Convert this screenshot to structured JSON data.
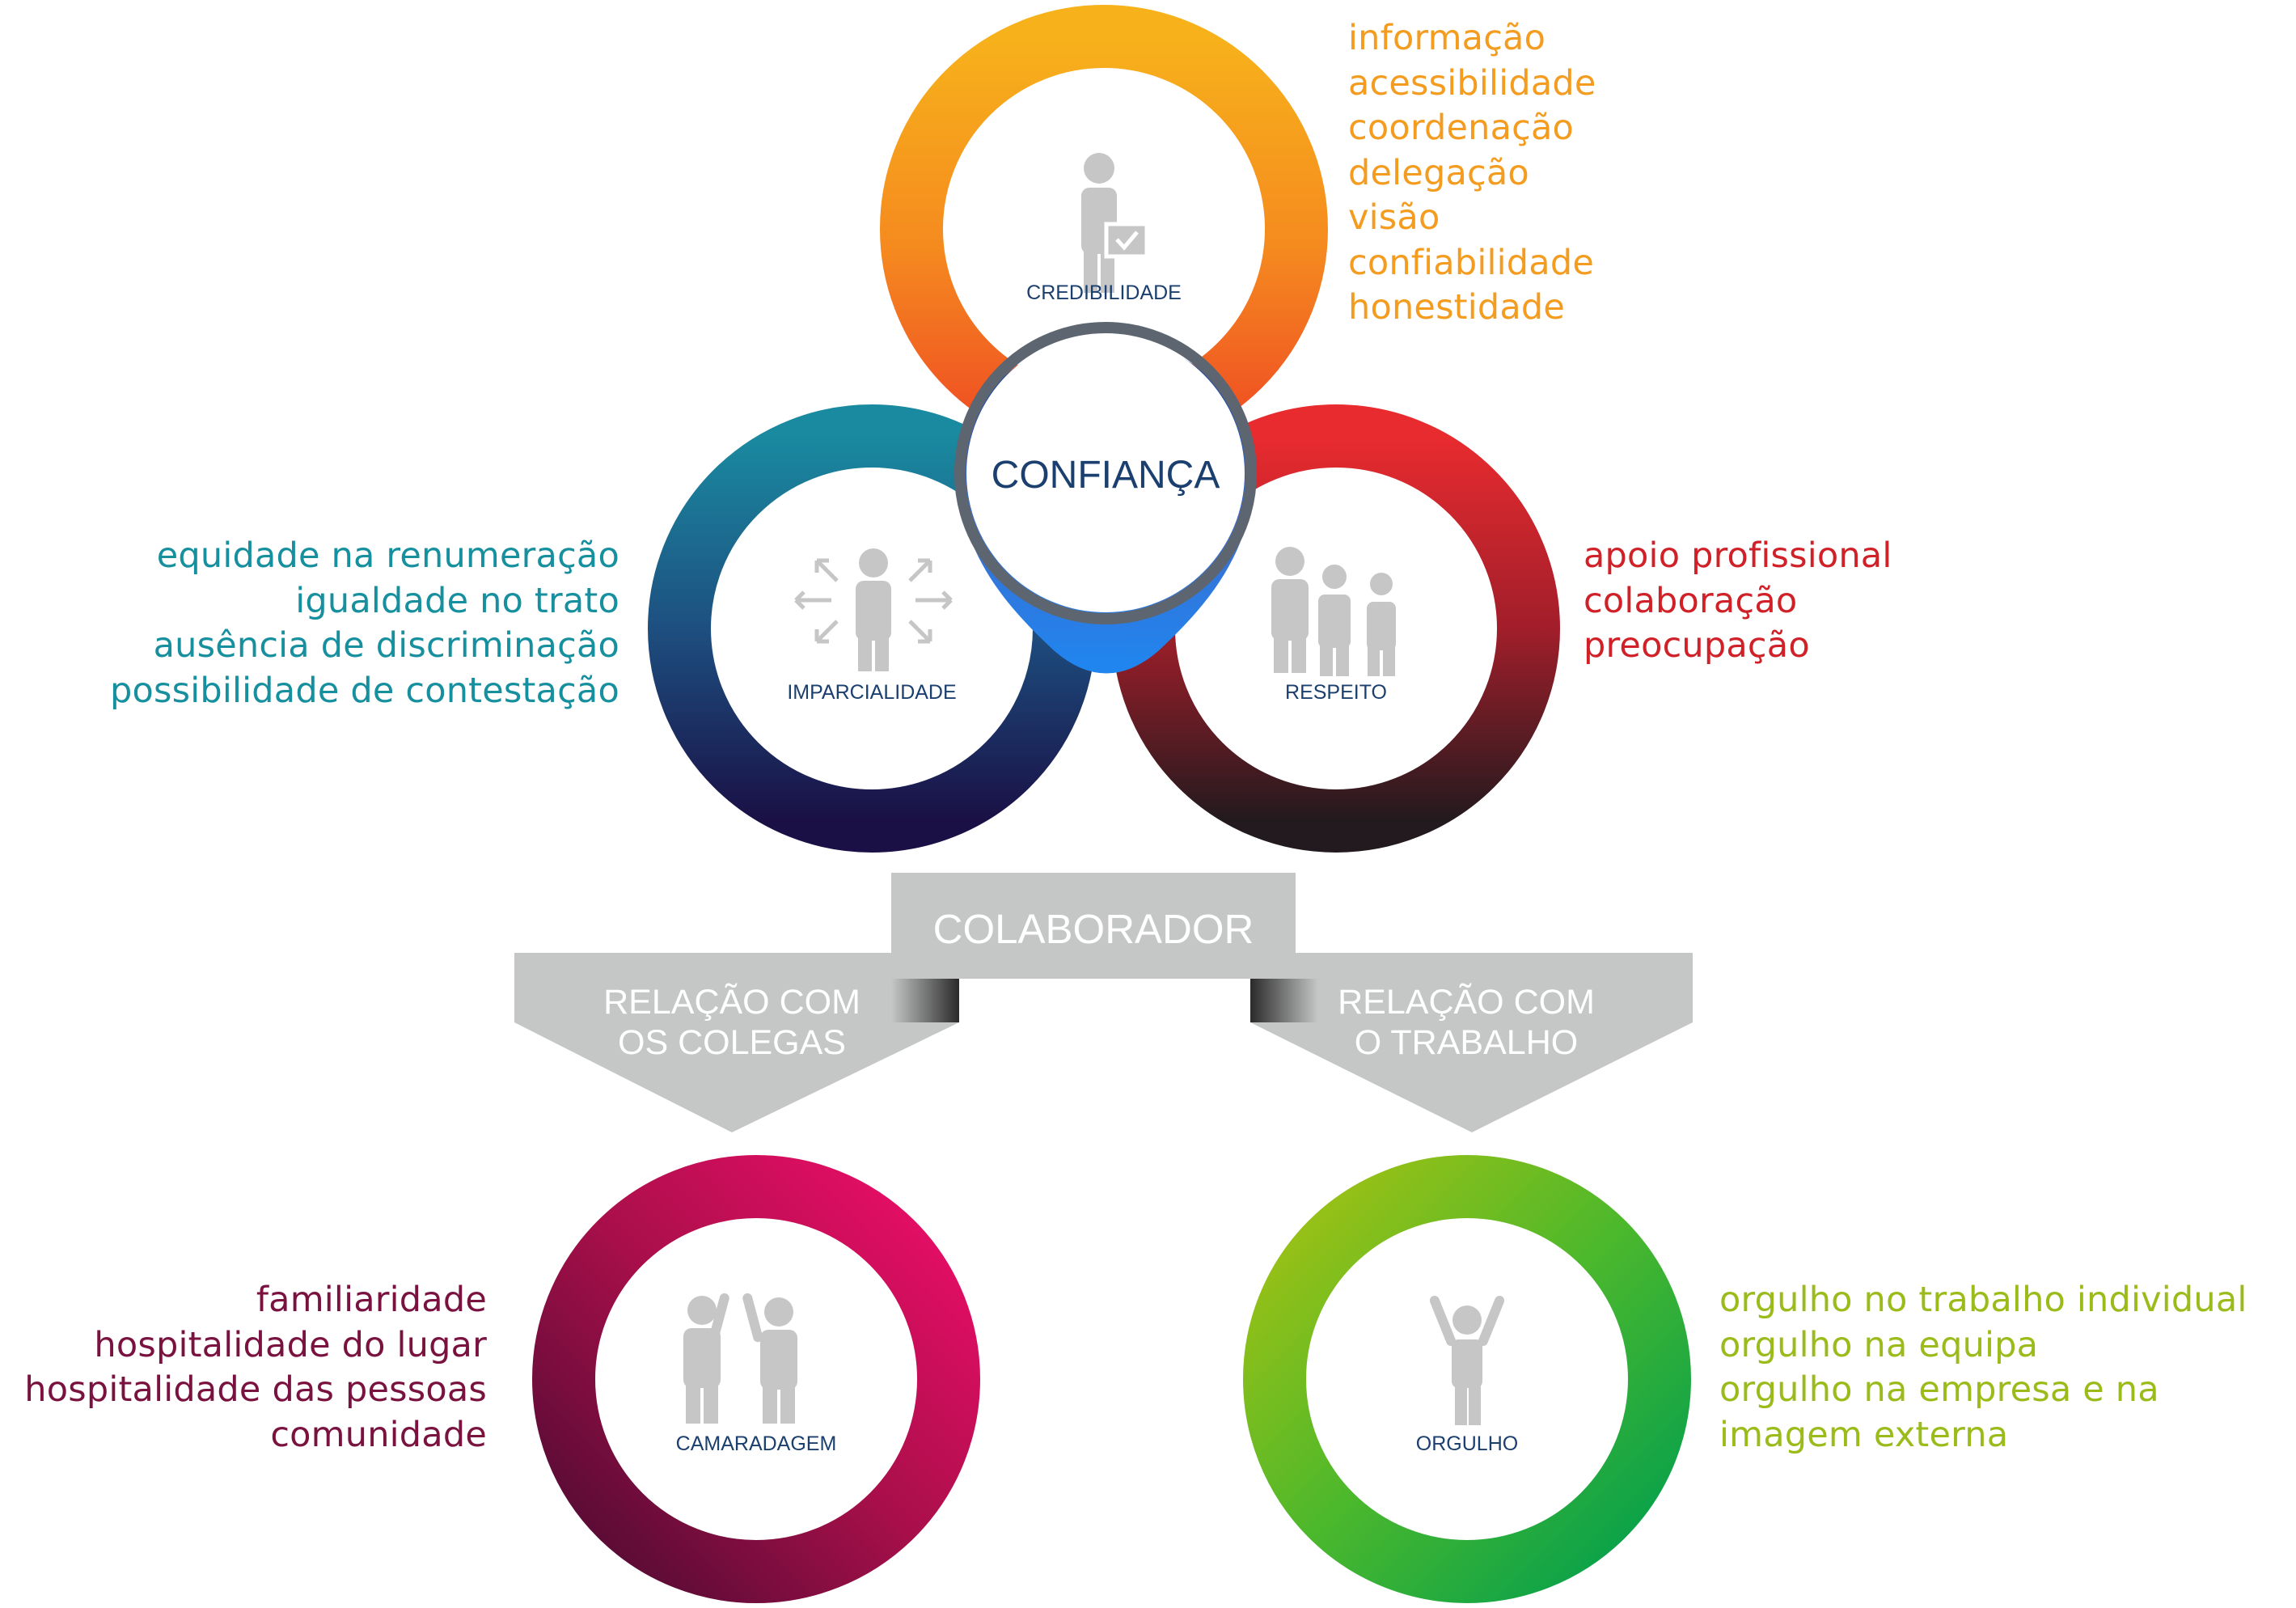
{
  "center_label": "CONFIANÇA",
  "colaborador_label": "COLABORADOR",
  "relation_left": [
    "RELAÇÃO COM",
    "OS COLEGAS"
  ],
  "relation_right": [
    "RELAÇÃO COM",
    "O TRABALHO"
  ],
  "circles": {
    "credibilidade": {
      "label": "CREDIBILIDADE",
      "icon": "person-check-icon",
      "colors": [
        "#f7b21b",
        "#f58a1f",
        "#ef4f23"
      ]
    },
    "imparcialidade": {
      "label": "IMPARCIALIDADE",
      "icon": "person-arrows-icon",
      "colors": [
        "#1a8aa0",
        "#1d4f80",
        "#1a1045"
      ]
    },
    "respeito": {
      "label": "RESPEITO",
      "icon": "group-people-icon",
      "colors": [
        "#e82b2f",
        "#a11e2a",
        "#221a1e"
      ]
    },
    "camaradagem": {
      "label": "CAMARADAGEM",
      "icon": "two-people-waving-icon",
      "colors": [
        "#ee0e6a",
        "#a80f4a",
        "#4c0b32"
      ]
    },
    "orgulho": {
      "label": "ORGULHO",
      "icon": "person-arms-up-icon",
      "colors": [
        "#a6c212",
        "#4cb82c",
        "#009e4f"
      ]
    }
  },
  "lists": {
    "credibilidade": {
      "color": "#f39c1f",
      "items": [
        "informação",
        "acessibilidade",
        "coordenação",
        "delegação",
        "visão",
        "confiabilidade",
        "honestidade"
      ]
    },
    "imparcialidade": {
      "color": "#168f9e",
      "items": [
        "equidade na renumeração",
        "igualdade no trato",
        "ausência de discriminação",
        "possibilidade de contestação"
      ]
    },
    "respeito": {
      "color": "#cf2127",
      "items": [
        "apoio profissional",
        "colaboração",
        "preocupação"
      ]
    },
    "camaradagem": {
      "color": "#7a1240",
      "items": [
        "familiaridade",
        "hospitalidade do lugar",
        "hospitalidade das pessoas",
        "comunidade"
      ]
    },
    "orgulho": {
      "color": "#9bbb1b",
      "items": [
        "orgulho no trabalho individual",
        "orgulho na equipa",
        "orgulho na empresa e na",
        "imagem externa"
      ]
    }
  },
  "colors": {
    "label_blue": "#1b3f6e",
    "icon_gray": "#c6c6c6",
    "banner_gray": "#c5c6c6",
    "center_ring": "#5d6670",
    "center_drop_top": "#3b5fa8",
    "center_drop_bottom": "#1f7fe8"
  }
}
